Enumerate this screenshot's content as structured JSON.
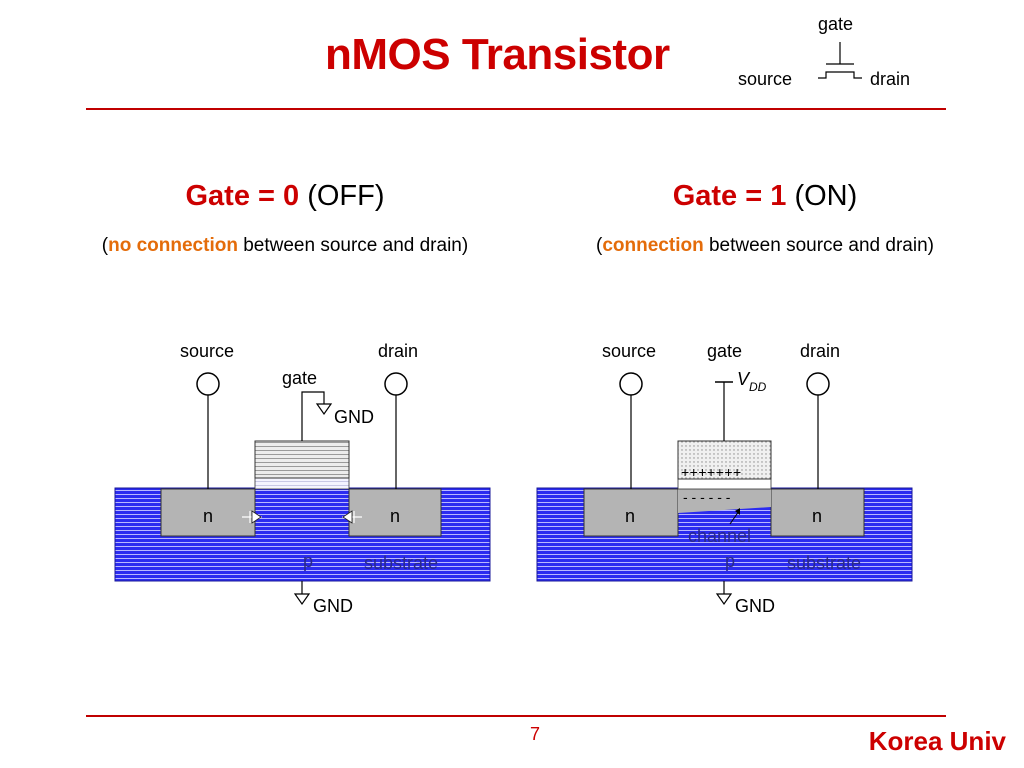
{
  "title": "nMOS Transistor",
  "symbol": {
    "gate": "gate",
    "source": "source",
    "drain": "drain"
  },
  "left": {
    "heading_prefix": "Gate = 0",
    "heading_state": "(OFF)",
    "sub_open": "(",
    "sub_keyword": "no connection",
    "sub_rest": " between source and drain)",
    "labels": {
      "source": "source",
      "drain": "drain",
      "gate": "gate",
      "gate_gnd": "GND",
      "n_left": "n",
      "n_right": "n",
      "p": "p",
      "substrate": "substrate",
      "body_gnd": "GND"
    }
  },
  "right": {
    "heading_prefix": "Gate = 1",
    "heading_state": "(ON)",
    "sub_open": "(",
    "sub_keyword": "connection",
    "sub_rest": " between source and drain)",
    "labels": {
      "source": "source",
      "gate": "gate",
      "drain": "drain",
      "vdd_v": "V",
      "vdd_sub": "DD",
      "plus": "+++++++",
      "minus": "- - - - - -",
      "n_left": "n",
      "n_right": "n",
      "channel": "channel",
      "p": "p",
      "substrate": "substrate",
      "body_gnd": "GND"
    }
  },
  "footer": {
    "page": "7",
    "org": "Korea Univ"
  },
  "colors": {
    "accent": "#cc0000",
    "keyword": "#e46c0a",
    "substrate": "#2b2bf0",
    "diffusion": "#b4b4b4"
  }
}
